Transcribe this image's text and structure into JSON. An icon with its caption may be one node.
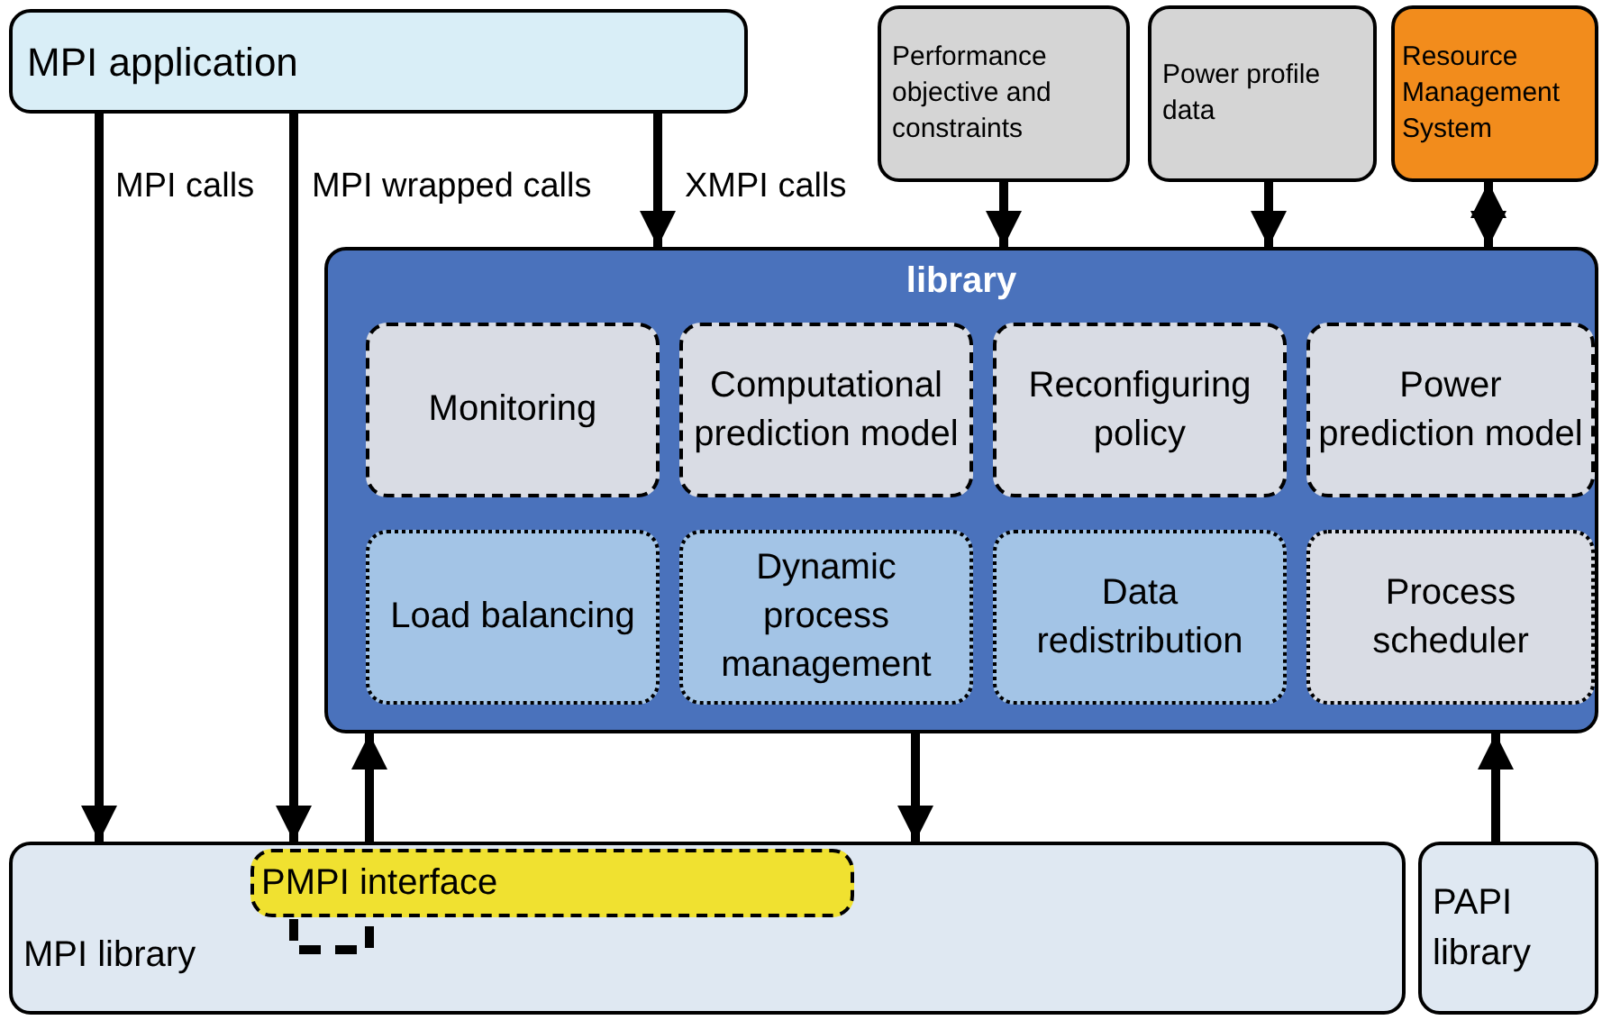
{
  "diagram": {
    "nodes": [
      {
        "text": [
          "MPI application"
        ]
      },
      {
        "text": [
          "Performance objective and constraints"
        ]
      },
      {
        "text": [
          "Power profile data"
        ]
      },
      {
        "text": [
          "Resource Management System"
        ]
      },
      {
        "text": [
          "library"
        ]
      },
      {
        "text": [
          "Monitoring"
        ],
        "in": 4
      },
      {
        "text": [
          "Computational prediction model"
        ],
        "in": 4
      },
      {
        "text": [
          "Reconfiguring policy"
        ],
        "in": 4
      },
      {
        "text": [
          "Power prediction model"
        ],
        "in": 4
      },
      {
        "text": [
          "Load balancing"
        ],
        "in": 4
      },
      {
        "text": [
          "Dynamic process management"
        ],
        "in": 4
      },
      {
        "text": [
          "Data redistribution"
        ],
        "in": 4
      },
      {
        "text": [
          "Process scheduler"
        ],
        "in": 4
      },
      {
        "text": [
          "MPI library"
        ]
      },
      {
        "text": [
          "PMPI interface"
        ],
        "in": 13
      },
      {
        "text": [
          "PAPI library"
        ]
      }
    ],
    "edges": [
      {
        "from": 0,
        "to": 13,
        "arrow": "to",
        "label": "MPI calls"
      },
      {
        "from": 0,
        "to": 14,
        "arrow": "to",
        "label": "MPI wrapped calls"
      },
      {
        "from": 0,
        "to": 4,
        "arrow": "to",
        "label": "XMPI calls"
      },
      {
        "from": 1,
        "to": 4,
        "arrow": "to"
      },
      {
        "from": 2,
        "to": 4,
        "arrow": "to"
      },
      {
        "from": 3,
        "to": 4,
        "arrow": "both"
      },
      {
        "from": 14,
        "to": 4,
        "arrow": "to"
      },
      {
        "from": 4,
        "to": 13,
        "arrow": "to"
      },
      {
        "from": 15,
        "to": 4,
        "arrow": "to"
      }
    ]
  }
}
